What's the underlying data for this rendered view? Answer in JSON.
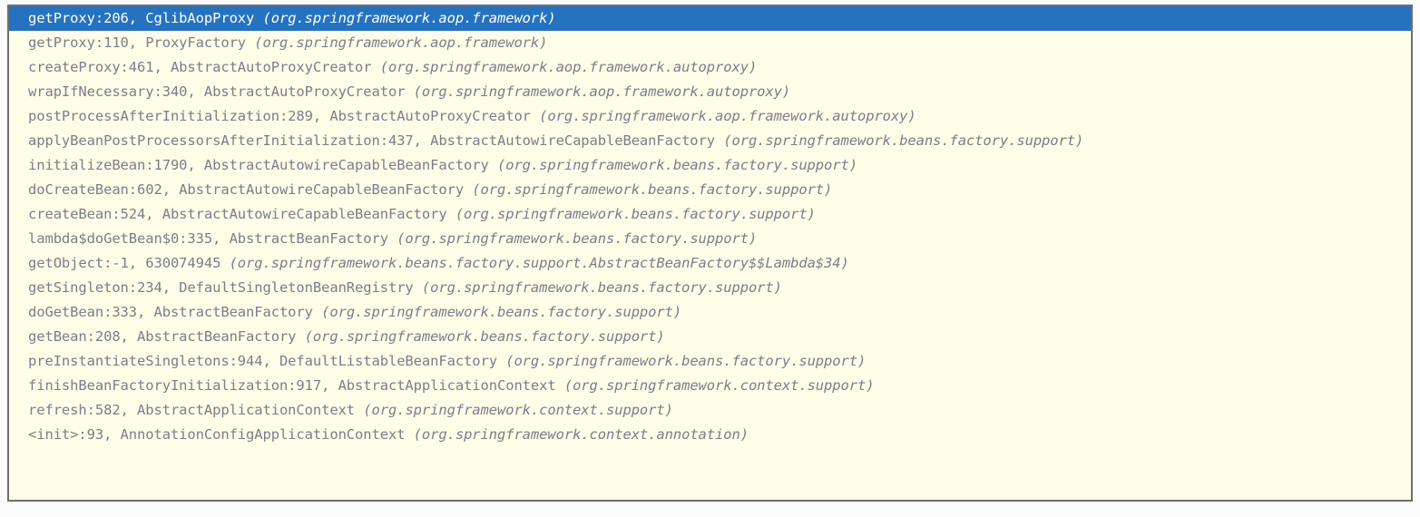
{
  "panel": {
    "name": "call-stack-frames",
    "background_color": "#fdfde8",
    "border_color": "#6e6e6e",
    "selection_color": "#2572c0",
    "text_color": "#7b7f89",
    "selected_text_color": "#ffffff"
  },
  "frames": [
    {
      "location": "getProxy:206, CglibAopProxy",
      "package": "(org.springframework.aop.framework)",
      "selected": true
    },
    {
      "location": "getProxy:110, ProxyFactory",
      "package": "(org.springframework.aop.framework)",
      "selected": false
    },
    {
      "location": "createProxy:461, AbstractAutoProxyCreator",
      "package": "(org.springframework.aop.framework.autoproxy)",
      "selected": false
    },
    {
      "location": "wrapIfNecessary:340, AbstractAutoProxyCreator",
      "package": "(org.springframework.aop.framework.autoproxy)",
      "selected": false
    },
    {
      "location": "postProcessAfterInitialization:289, AbstractAutoProxyCreator",
      "package": "(org.springframework.aop.framework.autoproxy)",
      "selected": false
    },
    {
      "location": "applyBeanPostProcessorsAfterInitialization:437, AbstractAutowireCapableBeanFactory",
      "package": "(org.springframework.beans.factory.support)",
      "selected": false
    },
    {
      "location": "initializeBean:1790, AbstractAutowireCapableBeanFactory",
      "package": "(org.springframework.beans.factory.support)",
      "selected": false
    },
    {
      "location": "doCreateBean:602, AbstractAutowireCapableBeanFactory",
      "package": "(org.springframework.beans.factory.support)",
      "selected": false
    },
    {
      "location": "createBean:524, AbstractAutowireCapableBeanFactory",
      "package": "(org.springframework.beans.factory.support)",
      "selected": false
    },
    {
      "location": "lambda$doGetBean$0:335, AbstractBeanFactory",
      "package": "(org.springframework.beans.factory.support)",
      "selected": false
    },
    {
      "location": "getObject:-1, 630074945",
      "package": "(org.springframework.beans.factory.support.AbstractBeanFactory$$Lambda$34)",
      "selected": false
    },
    {
      "location": "getSingleton:234, DefaultSingletonBeanRegistry",
      "package": "(org.springframework.beans.factory.support)",
      "selected": false
    },
    {
      "location": "doGetBean:333, AbstractBeanFactory",
      "package": "(org.springframework.beans.factory.support)",
      "selected": false
    },
    {
      "location": "getBean:208, AbstractBeanFactory",
      "package": "(org.springframework.beans.factory.support)",
      "selected": false
    },
    {
      "location": "preInstantiateSingletons:944, DefaultListableBeanFactory",
      "package": "(org.springframework.beans.factory.support)",
      "selected": false
    },
    {
      "location": "finishBeanFactoryInitialization:917, AbstractApplicationContext",
      "package": "(org.springframework.context.support)",
      "selected": false
    },
    {
      "location": "refresh:582, AbstractApplicationContext",
      "package": "(org.springframework.context.support)",
      "selected": false
    },
    {
      "location": "<init>:93, AnnotationConfigApplicationContext",
      "package": "(org.springframework.context.annotation)",
      "selected": false
    }
  ]
}
